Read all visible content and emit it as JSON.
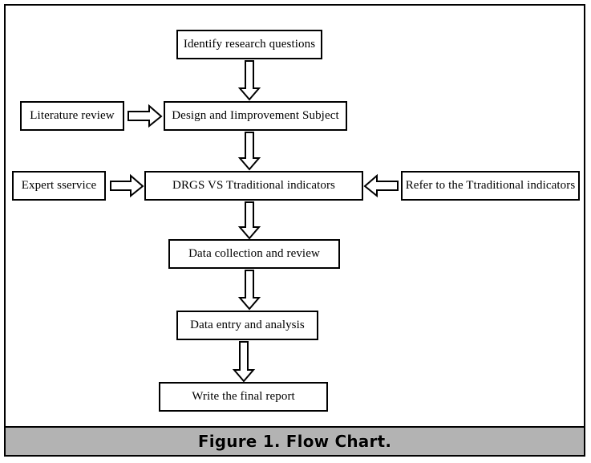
{
  "figure": {
    "caption": "Figure 1. Flow Chart.",
    "background_color": "#ffffff",
    "border_color": "#000000",
    "caption_bar_color": "#b3b3b3"
  },
  "chart_data": {
    "type": "diagram",
    "title": "Figure 1. Flow Chart.",
    "nodes": [
      {
        "id": "identify",
        "label": "Identify research questions"
      },
      {
        "id": "literature",
        "label": "Literature review"
      },
      {
        "id": "design",
        "label": "Design and Iimprovement Subject"
      },
      {
        "id": "expert",
        "label": "Expert sservice"
      },
      {
        "id": "drgs",
        "label": "DRGS VS Ttraditional indicators"
      },
      {
        "id": "refer",
        "label": "Refer to the Ttraditional indicators"
      },
      {
        "id": "collection",
        "label": "Data collection and review"
      },
      {
        "id": "entry",
        "label": "Data entry and analysis"
      },
      {
        "id": "report",
        "label": "Write the final report"
      }
    ],
    "edges": [
      {
        "from": "identify",
        "to": "design",
        "direction": "down"
      },
      {
        "from": "literature",
        "to": "design",
        "direction": "right"
      },
      {
        "from": "design",
        "to": "drgs",
        "direction": "down"
      },
      {
        "from": "expert",
        "to": "drgs",
        "direction": "right"
      },
      {
        "from": "refer",
        "to": "drgs",
        "direction": "left"
      },
      {
        "from": "drgs",
        "to": "collection",
        "direction": "down"
      },
      {
        "from": "collection",
        "to": "entry",
        "direction": "down"
      },
      {
        "from": "entry",
        "to": "report",
        "direction": "down"
      }
    ],
    "arrow_style": "hollow-block-arrow",
    "node_shape": "rectangle"
  }
}
